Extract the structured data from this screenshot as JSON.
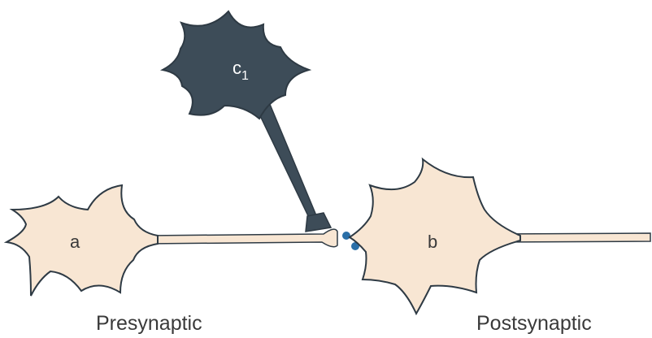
{
  "colors": {
    "presynaptic_fill": "#f8e6d3",
    "modulatory_fill": "#3d4c58",
    "outline": "#2e3a44",
    "vesicle": "#2a6fa8",
    "label_dark": "#3a3a3a",
    "label_light": "#ffffff"
  },
  "neurons": {
    "modulatory": {
      "label": "c",
      "subscript": "1"
    },
    "presynaptic": {
      "label": "a",
      "caption": "Presynaptic"
    },
    "postsynaptic": {
      "label": "b",
      "caption": "Postsynaptic"
    }
  }
}
